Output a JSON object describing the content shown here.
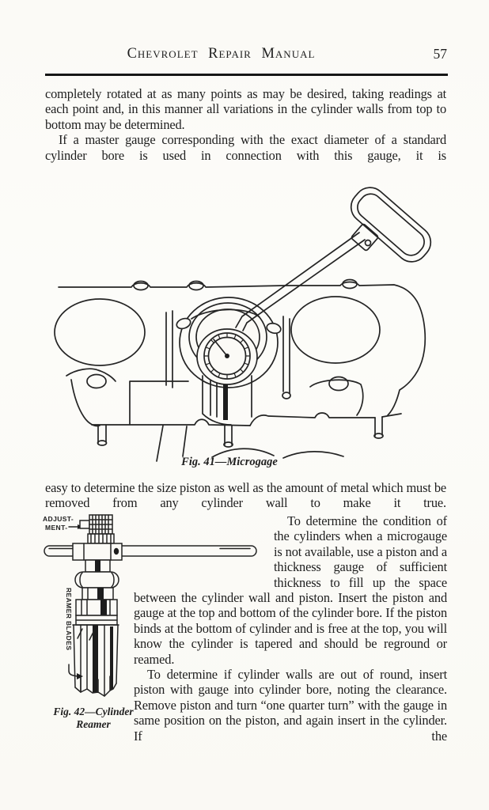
{
  "header": {
    "title": "Chevrolet Repair Manual",
    "page_number": "57"
  },
  "paragraphs": {
    "p1": "completely rotated at as many points as may be desired, taking readings at each point and, in this manner all variations in the cylinder walls from top to bottom may be determined.",
    "p2": "If a master gauge corresponding with the exact diameter of a standard cylinder bore is used in connection with this gauge, it is",
    "p3": "easy to determine the size piston as well as the amount of metal which must be removed from any cylinder wall to make it true.",
    "p4": "To determine the condition of the cylinders when a microgauge is not available, use a piston and a thickness gauge of sufficient thickness to fill up the space between the cylinder wall and piston. Insert the piston and gauge at the top and bottom of the cylinder bore. If the piston binds at the bottom of cylinder and is free at the top, you will know the cylinder is tapered and should be reground or reamed.",
    "p5": "To determine if cylinder walls are out of round, insert piston with gauge into cylinder bore, noting the clearance. Remove piston and turn “one quarter turn” with the gauge in same position on the piston, and again insert in the cylinder. If the"
  },
  "figure41": {
    "caption": "Fig. 41—Microgage"
  },
  "figure42": {
    "caption_line1": "Fig. 42—Cylinder",
    "caption_line2": "Reamer",
    "label_adjustment_line1": "ADJUST-",
    "label_adjustment_line2": "MENT-",
    "label_reamer_blades": "REAMER BLADES"
  },
  "colors": {
    "paper": "#fbfaf6",
    "ink": "#1e1e1e"
  }
}
